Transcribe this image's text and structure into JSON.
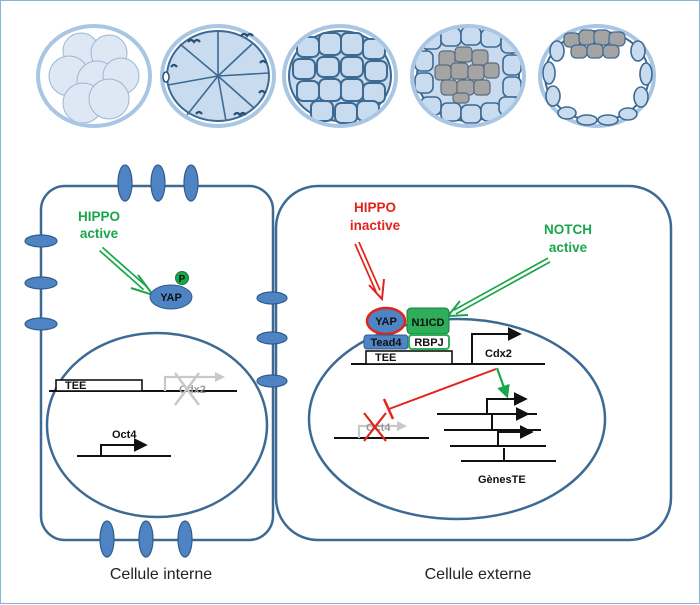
{
  "colors": {
    "membrane": "#3d6a93",
    "channel": "#4f84c4",
    "embryo_fill": "#c9dcef",
    "embryo_ring": "#a9c6e4",
    "inner_mass": "#a4a4a4",
    "green": "#1aa64a",
    "red": "#e2231a",
    "yap": "#4f84c4",
    "n1icd": "#2fae5a"
  },
  "embryo_stages": [
    "morula-8-cell",
    "compacted-morula",
    "morula-16-cell",
    "early-blastocyst",
    "blastocyst"
  ],
  "inner_cell": {
    "hippo_label_1": "HIPPO",
    "hippo_label_2": "active",
    "phospho_label": "P",
    "yap_label": "YAP",
    "tee_label": "TEE",
    "cdx2_label": "Cdx2",
    "oct4_label": "Oct4",
    "caption": "Cellule interne"
  },
  "outer_cell": {
    "hippo_label_1": "HIPPO",
    "hippo_label_2": "inactive",
    "notch_label_1": "NOTCH",
    "notch_label_2": "active",
    "yap_label": "YAP",
    "n1icd_label": "N1ICD",
    "tead4_label": "Tead4",
    "rbpj_label": "RBPJ",
    "tee_label": "TEE",
    "cdx2_label": "Cdx2",
    "oct4_label": "Oct4",
    "genes_label": "GènesTE",
    "caption": "Cellule externe"
  }
}
